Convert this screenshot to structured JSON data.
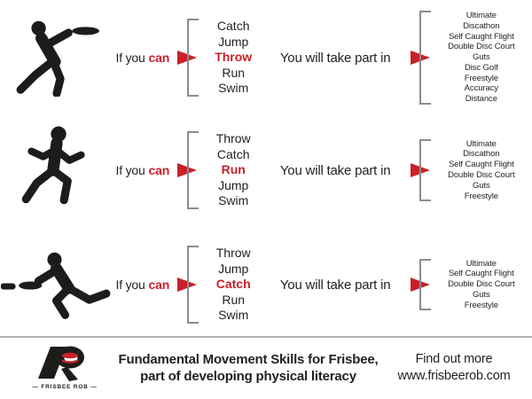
{
  "labels": {
    "prefix": "If you",
    "can": "can",
    "take_part": "You will take part in"
  },
  "rows": [
    {
      "figure": "throwing-person",
      "skills": [
        "Catch",
        "Jump",
        "Throw",
        "Run",
        "Swim"
      ],
      "highlight": 2,
      "activities": [
        "Ultimate",
        "Discathon",
        "Self Caught Flight",
        "Double Disc Court",
        "Guts",
        "Disc Golf",
        "Freestyle",
        "Accuracy",
        "Distance"
      ]
    },
    {
      "figure": "running-person",
      "skills": [
        "Throw",
        "Catch",
        "Run",
        "Jump",
        "Swim"
      ],
      "highlight": 2,
      "activities": [
        "Ultimate",
        "Discathon",
        "Self Caught Flight",
        "Double Disc Court",
        "Guts",
        "Freestyle"
      ]
    },
    {
      "figure": "catching-person",
      "skills": [
        "Throw",
        "Jump",
        "Catch",
        "Run",
        "Swim"
      ],
      "highlight": 2,
      "activities": [
        "Ultimate",
        "Self Caught Flight",
        "Double Disc Court",
        "Guts",
        "Freestyle"
      ]
    }
  ],
  "footer": {
    "logo_caption": "— FRISBEE ROB —",
    "title_line1": "Fundamental Movement Skills for Frisbee,",
    "title_line2": "part of developing physical literacy",
    "cta_line1": "Find out more",
    "cta_line2": "www.frisbeerob.com"
  },
  "colors": {
    "accent_red": "#c9202a",
    "figure_black": "#1d1c1a",
    "bracket_gray": "#8c8c8c",
    "divider_gray": "#b3b1ad"
  }
}
